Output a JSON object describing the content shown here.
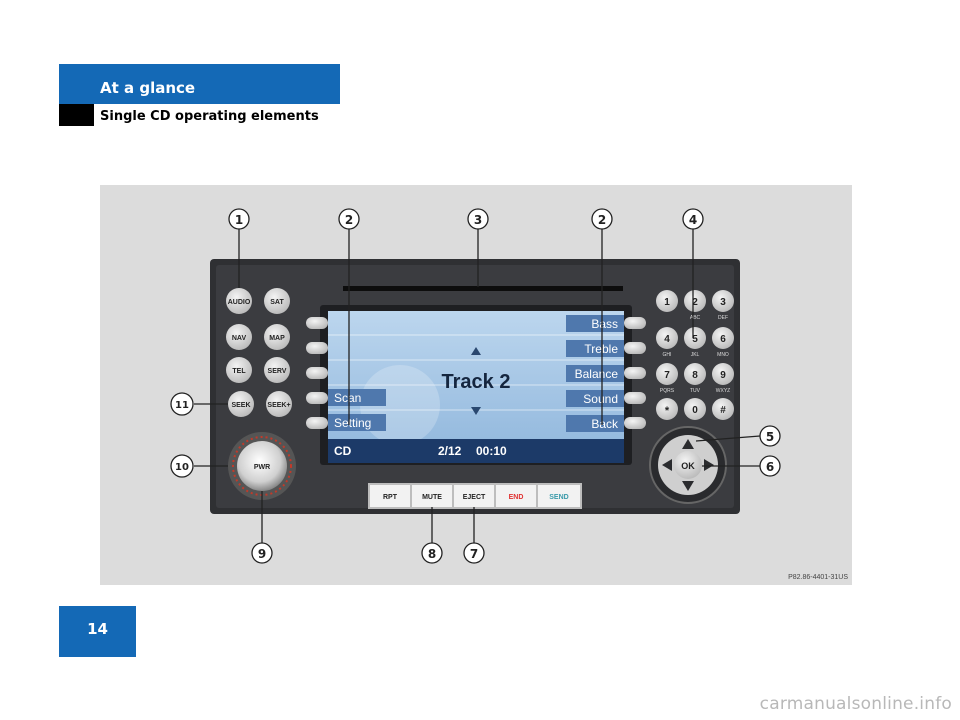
{
  "header": {
    "title": "At a glance",
    "subtitle": "Single CD operating elements"
  },
  "page": {
    "number": "14"
  },
  "figure": {
    "code": "P82.86-4401-31US",
    "callouts": [
      "1",
      "2",
      "3",
      "2",
      "4",
      "5",
      "6",
      "7",
      "8",
      "9",
      "10",
      "11"
    ],
    "left_buttons": [
      "AUDIO",
      "SAT",
      "NAV",
      "MAP",
      "TEL",
      "SERV",
      "SEEK",
      "SEEK+"
    ],
    "knob_label": "PWR",
    "bottom_buttons": [
      "RPT",
      "MUTE",
      "EJECT",
      "END",
      "SEND"
    ],
    "screen": {
      "left_softkeys": [
        "Scan",
        "Setting"
      ],
      "right_softkeys": [
        "Bass",
        "Treble",
        "Balance",
        "Sound",
        "Back"
      ],
      "track": "Track 2",
      "status_source": "CD",
      "status_track": "2/12",
      "status_time": "00:10"
    },
    "keypad": [
      {
        "digit": "1",
        "letters": ""
      },
      {
        "digit": "2",
        "letters": "ABC"
      },
      {
        "digit": "3",
        "letters": "DEF"
      },
      {
        "digit": "4",
        "letters": "GHI"
      },
      {
        "digit": "5",
        "letters": "JKL"
      },
      {
        "digit": "6",
        "letters": "MNO"
      },
      {
        "digit": "7",
        "letters": "PQRS"
      },
      {
        "digit": "8",
        "letters": "TUV"
      },
      {
        "digit": "9",
        "letters": "WXYZ"
      },
      {
        "digit": "*",
        "letters": ""
      },
      {
        "digit": "0",
        "letters": ""
      },
      {
        "digit": "#",
        "letters": ""
      }
    ],
    "ok_label": "OK"
  },
  "watermark": "carmanualsonline.info",
  "colors": {
    "header_blue": "#1469b6",
    "end_red": "#e03030",
    "send_teal": "#3a9aaa"
  }
}
